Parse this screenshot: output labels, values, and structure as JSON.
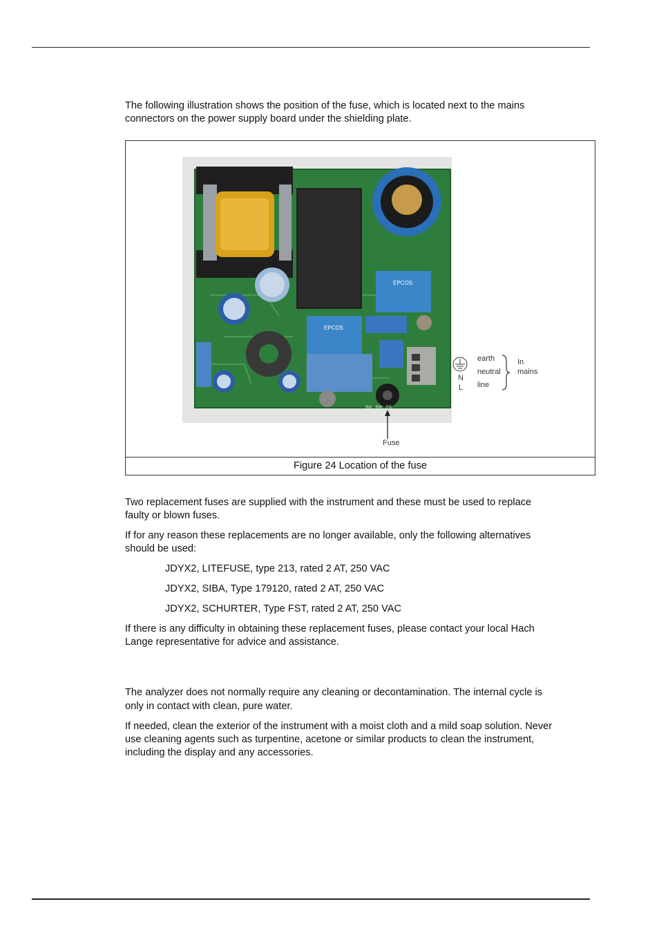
{
  "intro": {
    "line1": "The following illustration shows the position of the fuse, which is located next to the mains",
    "line2": "connectors on the power supply board under the shielding plate."
  },
  "figure": {
    "caption": "Figure 24  Location of the fuse",
    "labels": {
      "earth": "earth",
      "neutral": "neutral",
      "line": "line",
      "n": "N",
      "l": "L",
      "in": "In",
      "mains": "mains",
      "fuse": "Fuse"
    },
    "board_print": {
      "cap1_brand": "EPCOS",
      "cap2_brand": "EPCOS",
      "serial": "06 08 25"
    }
  },
  "replacement": {
    "p1_line1": "Two replacement fuses are supplied with the instrument and these must be used to replace",
    "p1_line2": "faulty or blown fuses.",
    "p2_line1": "If for any reason these replacements are no longer available, only the following alternatives",
    "p2_line2": "should be used:",
    "alternatives": [
      "JDYX2, LITEFUSE, type 213, rated 2 AT, 250 VAC",
      "JDYX2, SIBA, Type 179120, rated 2 AT, 250 VAC",
      "JDYX2, SCHURTER, Type FST, rated 2 AT, 250 VAC"
    ],
    "p3_line1": "If there is any difficulty in obtaining these replacement fuses, please contact your local Hach",
    "p3_line2": "Lange representative for advice and assistance."
  },
  "cleaning": {
    "p1_line1": "The analyzer does not normally require any cleaning or decontamination. The internal cycle is",
    "p1_line2": "only in contact with clean, pure water.",
    "p2_line1": "If needed, clean the exterior of the instrument with a moist cloth and a mild soap solution. Never",
    "p2_line2": "use cleaning agents such as turpentine, acetone or similar products to clean the instrument,",
    "p2_line3": "including the display and any accessories."
  }
}
